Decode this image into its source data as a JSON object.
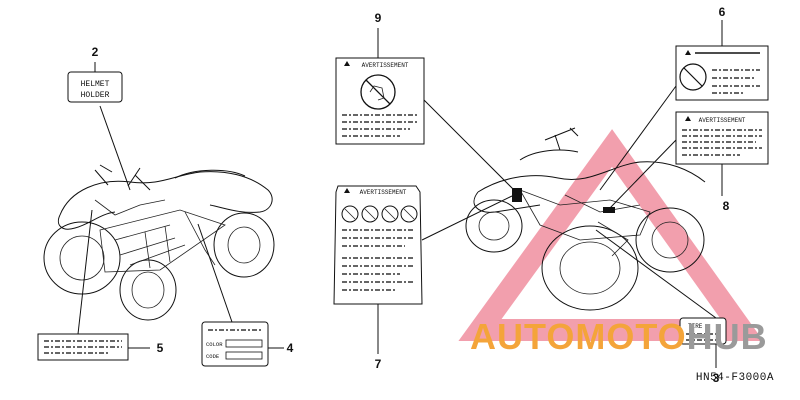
{
  "callouts": {
    "c2": "2",
    "c3": "3",
    "c4": "4",
    "c5": "5",
    "c6": "6",
    "c7": "7",
    "c8": "8",
    "c9": "9"
  },
  "labels": {
    "helmet_line1": "HELMET",
    "helmet_line2": "HOLDER",
    "avert_9": "AVERTISSEMENT",
    "avert_7": "AVERTISSEMENT",
    "avert_8": "AVERTISSEMENT",
    "color_field": "COLOR",
    "code_field": "CODE",
    "tire_label": "TIRE"
  },
  "diagram_code": "HN54-F3000A",
  "watermark": {
    "part1": "AUTOMOTO",
    "part2": "HUB",
    "color_orange": "#f4a43a",
    "color_pink": "#e8506a",
    "color_gray": "#9a9a9a"
  }
}
